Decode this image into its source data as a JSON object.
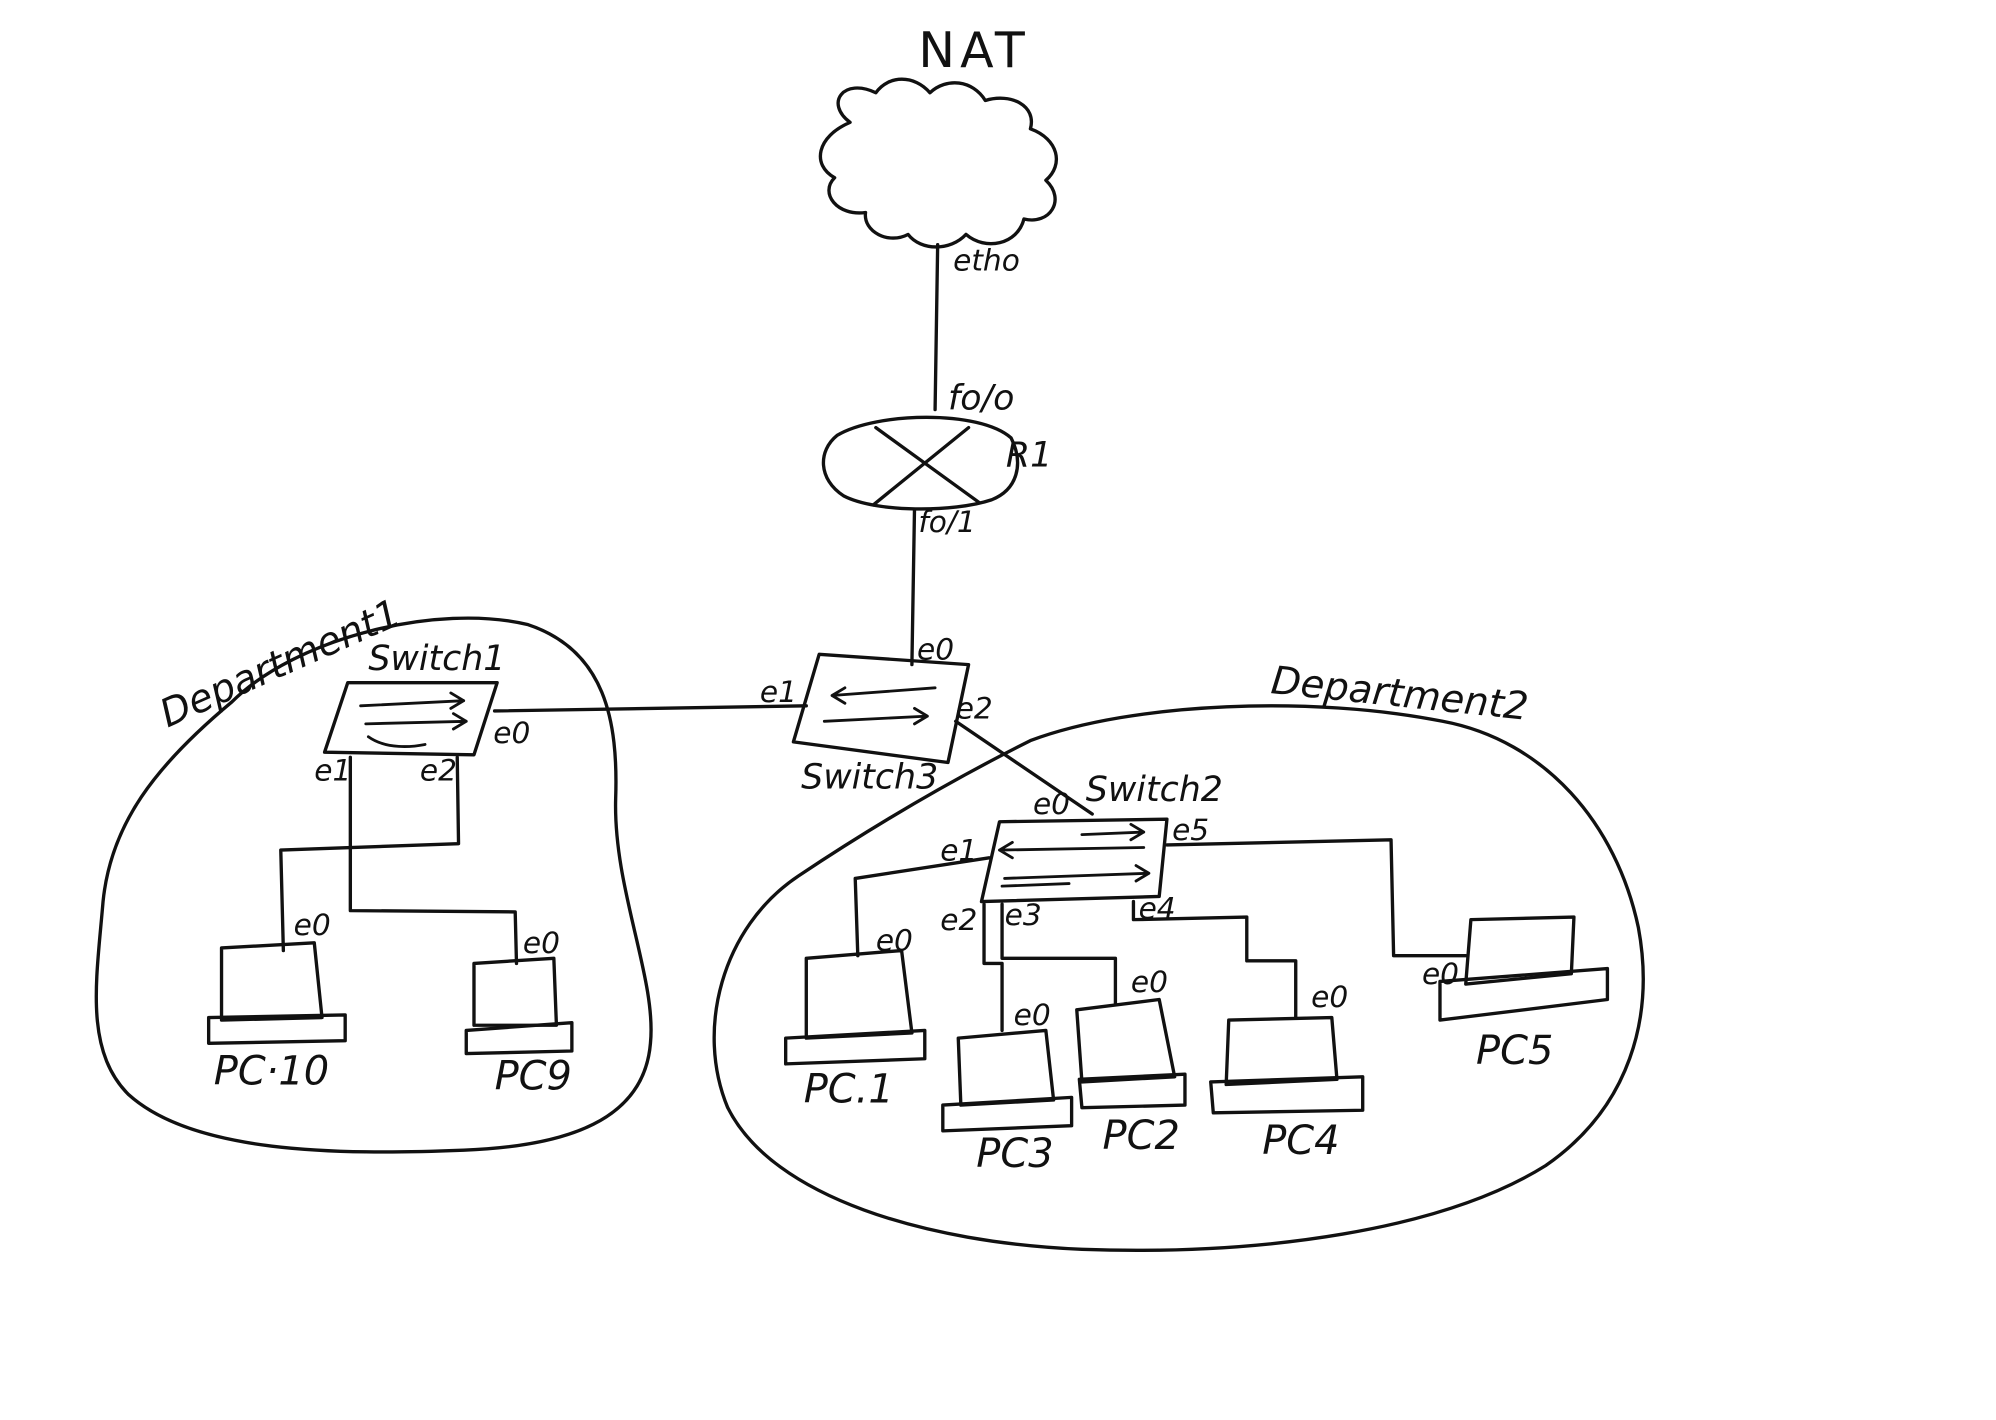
{
  "cloud": {
    "label": "NAT",
    "port": "etho"
  },
  "router": {
    "label": "R1",
    "port_top": "fo/o",
    "port_bottom": "fo/1"
  },
  "switch3": {
    "label": "Switch3",
    "port_top": "e0",
    "port_left": "e1",
    "port_right": "e2"
  },
  "department1": {
    "label": "Department1",
    "switch": {
      "label": "Switch1",
      "port_right": "e0",
      "port_a": "e1",
      "port_b": "e2"
    },
    "pcs": [
      {
        "label": "PC·10",
        "port": "e0"
      },
      {
        "label": "PC9",
        "port": "e0"
      }
    ]
  },
  "department2": {
    "label": "Department2",
    "switch": {
      "label": "Switch2",
      "port_top": "e0",
      "port_e1": "e1",
      "port_e2": "e2",
      "port_e3": "e3",
      "port_e4": "e4",
      "port_e5": "e5"
    },
    "pcs": [
      {
        "label": "PC.1",
        "port": "e0"
      },
      {
        "label": "PC3",
        "port": "e0"
      },
      {
        "label": "PC2",
        "port": "e0"
      },
      {
        "label": "PC4",
        "port": "e0"
      },
      {
        "label": "PC5",
        "port": "e0"
      }
    ]
  }
}
